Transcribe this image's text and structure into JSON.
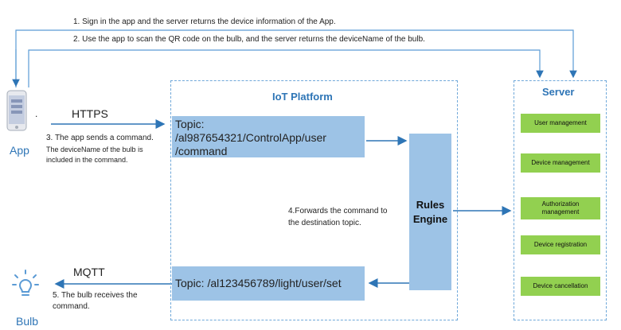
{
  "steps": {
    "step1": "1. Sign in the app and  the server returns the device information of the App.",
    "step2": "2. Use the  app to scan the QR code on the bulb, and the server returns the deviceName of the bulb.",
    "step3_line1": "3. The app sends a command.",
    "step3_line2": "The deviceName of the bulb is",
    "step3_line3": "included in the command.",
    "step4_line1": "4.Forwards the command to",
    "step4_line2": "the destination topic.",
    "step5_line1": "5. The bulb receives the",
    "step5_line2": "command."
  },
  "app": {
    "label": "App",
    "dot": "."
  },
  "bulb": {
    "label": "Bulb"
  },
  "protocols": {
    "https": "HTTPS",
    "mqtt": "MQTT"
  },
  "platform": {
    "title": "IoT Platform",
    "topic_app_line1": "Topic:",
    "topic_app_line2": "/al987654321/ControlApp/user",
    "topic_app_line3": "/command",
    "topic_bulb": "Topic: /al123456789/light/user/set",
    "rules_line1": "Rules",
    "rules_line2": "Engine"
  },
  "server": {
    "title": "Server",
    "items": [
      {
        "label": "User management"
      },
      {
        "label": "Device management"
      },
      {
        "label": "Authorization management"
      },
      {
        "label": "Device registration"
      },
      {
        "label": "Device cancellation"
      }
    ]
  },
  "colors": {
    "line": "#5b9bd5",
    "topic": "#9dc3e6",
    "server_item": "#92d050",
    "title_blue": "#2e75b6"
  }
}
